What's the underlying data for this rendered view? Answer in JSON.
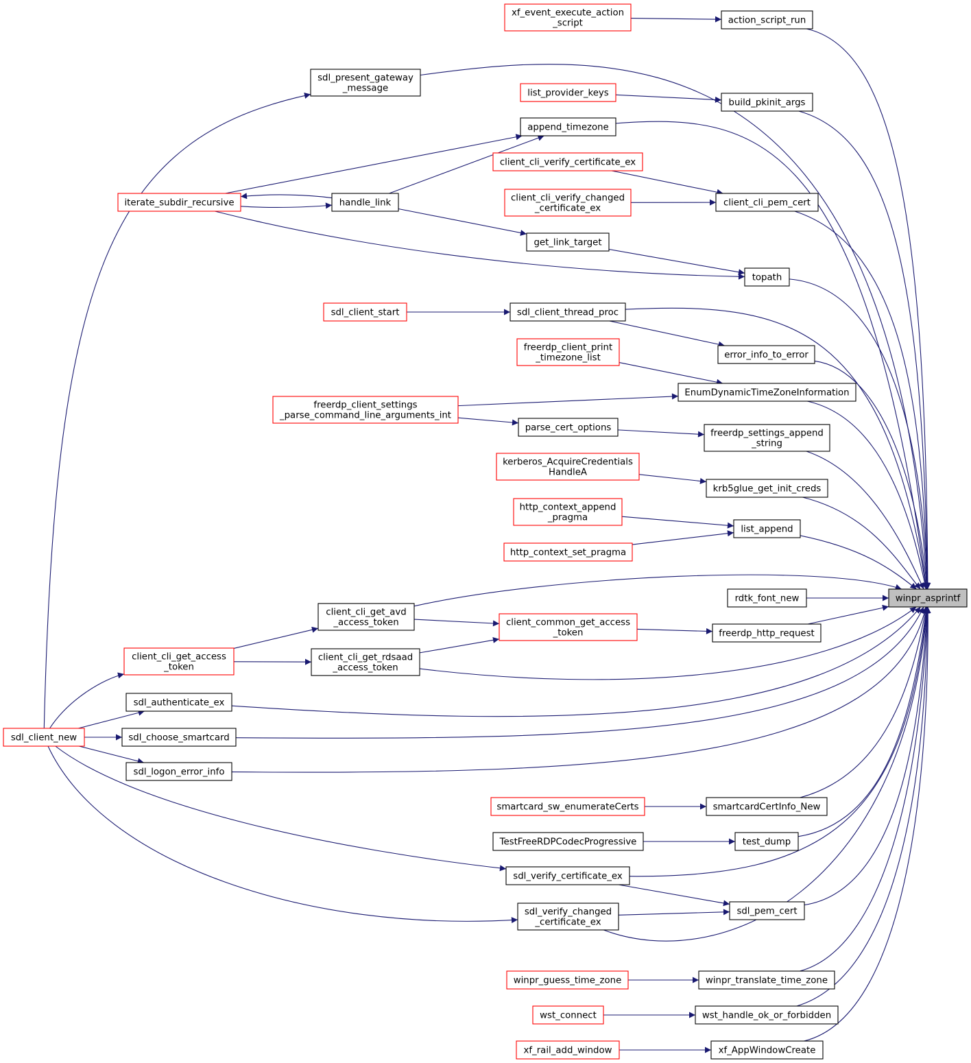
{
  "colors": {
    "edge": "#191970",
    "node_border_default": "#000000",
    "node_border_red": "#ff0000",
    "node_fill": "#ffffff",
    "target_fill": "#bfbfbf"
  },
  "nodes": {
    "winpr_asprintf": {
      "lines": [
        "winpr_asprintf"
      ],
      "style": "target"
    },
    "action_script_run": {
      "lines": [
        "action_script_run"
      ],
      "style": "black"
    },
    "xf_event_execute_action_script": {
      "lines": [
        "xf_event_execute_action",
        "_script"
      ],
      "style": "red"
    },
    "sdl_present_gateway_message": {
      "lines": [
        "sdl_present_gateway",
        "_message"
      ],
      "style": "black"
    },
    "list_provider_keys": {
      "lines": [
        "list_provider_keys"
      ],
      "style": "red"
    },
    "build_pkinit_args": {
      "lines": [
        "build_pkinit_args"
      ],
      "style": "black"
    },
    "append_timezone": {
      "lines": [
        "append_timezone"
      ],
      "style": "black"
    },
    "client_cli_verify_certificate_ex": {
      "lines": [
        "client_cli_verify_certificate_ex"
      ],
      "style": "red"
    },
    "iterate_subdir_recursive": {
      "lines": [
        "iterate_subdir_recursive"
      ],
      "style": "red"
    },
    "handle_link": {
      "lines": [
        "handle_link"
      ],
      "style": "black"
    },
    "client_cli_verify_changed_certificate_ex": {
      "lines": [
        "client_cli_verify_changed",
        "_certificate_ex"
      ],
      "style": "red"
    },
    "client_cli_pem_cert": {
      "lines": [
        "client_cli_pem_cert"
      ],
      "style": "black"
    },
    "get_link_target": {
      "lines": [
        "get_link_target"
      ],
      "style": "black"
    },
    "topath": {
      "lines": [
        "topath"
      ],
      "style": "black"
    },
    "sdl_client_start": {
      "lines": [
        "sdl_client_start"
      ],
      "style": "red"
    },
    "sdl_client_thread_proc": {
      "lines": [
        "sdl_client_thread_proc"
      ],
      "style": "black"
    },
    "freerdp_client_print_timezone_list": {
      "lines": [
        "freerdp_client_print",
        "_timezone_list"
      ],
      "style": "red"
    },
    "error_info_to_error": {
      "lines": [
        "error_info_to_error"
      ],
      "style": "black"
    },
    "freerdp_client_settings_parse_command_line_arguments_int": {
      "lines": [
        "freerdp_client_settings",
        "_parse_command_line_arguments_int"
      ],
      "style": "red"
    },
    "EnumDynamicTimeZoneInformation": {
      "lines": [
        "EnumDynamicTimeZoneInformation"
      ],
      "style": "black"
    },
    "parse_cert_options": {
      "lines": [
        "parse_cert_options"
      ],
      "style": "black"
    },
    "freerdp_settings_append_string": {
      "lines": [
        "freerdp_settings_append",
        "_string"
      ],
      "style": "black"
    },
    "kerberos_AcquireCredentialsHandleA": {
      "lines": [
        "kerberos_AcquireCredentials",
        "HandleA"
      ],
      "style": "red"
    },
    "krb5glue_get_init_creds": {
      "lines": [
        "krb5glue_get_init_creds"
      ],
      "style": "black"
    },
    "http_context_append_pragma": {
      "lines": [
        "http_context_append",
        "_pragma"
      ],
      "style": "red"
    },
    "list_append": {
      "lines": [
        "list_append"
      ],
      "style": "black"
    },
    "http_context_set_pragma": {
      "lines": [
        "http_context_set_pragma"
      ],
      "style": "red"
    },
    "rdtk_font_new": {
      "lines": [
        "rdtk_font_new"
      ],
      "style": "black"
    },
    "client_cli_get_avd_access_token": {
      "lines": [
        "client_cli_get_avd",
        "_access_token"
      ],
      "style": "black"
    },
    "client_common_get_access_token": {
      "lines": [
        "client_common_get_access",
        "_token"
      ],
      "style": "red"
    },
    "freerdp_http_request": {
      "lines": [
        "freerdp_http_request"
      ],
      "style": "black"
    },
    "client_cli_get_access_token": {
      "lines": [
        "client_cli_get_access",
        "_token"
      ],
      "style": "red"
    },
    "client_cli_get_rdsaad_access_token": {
      "lines": [
        "client_cli_get_rdsaad",
        "_access_token"
      ],
      "style": "black"
    },
    "sdl_authenticate_ex": {
      "lines": [
        "sdl_authenticate_ex"
      ],
      "style": "black"
    },
    "sdl_client_new": {
      "lines": [
        "sdl_client_new"
      ],
      "style": "red"
    },
    "sdl_choose_smartcard": {
      "lines": [
        "sdl_choose_smartcard"
      ],
      "style": "black"
    },
    "sdl_logon_error_info": {
      "lines": [
        "sdl_logon_error_info"
      ],
      "style": "black"
    },
    "smartcard_sw_enumerateCerts": {
      "lines": [
        "smartcard_sw_enumerateCerts"
      ],
      "style": "red"
    },
    "smartcardCertInfo_New": {
      "lines": [
        "smartcardCertInfo_New"
      ],
      "style": "black"
    },
    "TestFreeRDPCodecProgressive": {
      "lines": [
        "TestFreeRDPCodecProgressive"
      ],
      "style": "black"
    },
    "test_dump": {
      "lines": [
        "test_dump"
      ],
      "style": "black"
    },
    "sdl_verify_certificate_ex": {
      "lines": [
        "sdl_verify_certificate_ex"
      ],
      "style": "black"
    },
    "sdl_pem_cert": {
      "lines": [
        "sdl_pem_cert"
      ],
      "style": "black"
    },
    "sdl_verify_changed_certificate_ex": {
      "lines": [
        "sdl_verify_changed",
        "_certificate_ex"
      ],
      "style": "black"
    },
    "winpr_guess_time_zone": {
      "lines": [
        "winpr_guess_time_zone"
      ],
      "style": "red"
    },
    "winpr_translate_time_zone": {
      "lines": [
        "winpr_translate_time_zone"
      ],
      "style": "black"
    },
    "wst_connect": {
      "lines": [
        "wst_connect"
      ],
      "style": "red"
    },
    "wst_handle_ok_or_forbidden": {
      "lines": [
        "wst_handle_ok_or_forbidden"
      ],
      "style": "black"
    },
    "xf_rail_add_window": {
      "lines": [
        "xf_rail_add_window"
      ],
      "style": "red"
    },
    "xf_AppWindowCreate": {
      "lines": [
        "xf_AppWindowCreate"
      ],
      "style": "black"
    }
  },
  "edges": [
    [
      "action_script_run",
      "winpr_asprintf"
    ],
    [
      "xf_event_execute_action_script",
      "action_script_run"
    ],
    [
      "sdl_present_gateway_message",
      "winpr_asprintf"
    ],
    [
      "sdl_client_new",
      "sdl_present_gateway_message"
    ],
    [
      "build_pkinit_args",
      "winpr_asprintf"
    ],
    [
      "list_provider_keys",
      "build_pkinit_args"
    ],
    [
      "append_timezone",
      "winpr_asprintf"
    ],
    [
      "iterate_subdir_recursive",
      "append_timezone"
    ],
    [
      "handle_link",
      "append_timezone"
    ],
    [
      "handle_link",
      "iterate_subdir_recursive"
    ],
    [
      "iterate_subdir_recursive",
      "handle_link"
    ],
    [
      "client_cli_pem_cert",
      "winpr_asprintf"
    ],
    [
      "client_cli_verify_certificate_ex",
      "client_cli_pem_cert"
    ],
    [
      "client_cli_verify_changed_certificate_ex",
      "client_cli_pem_cert"
    ],
    [
      "handle_link",
      "get_link_target"
    ],
    [
      "topath",
      "winpr_asprintf"
    ],
    [
      "get_link_target",
      "topath"
    ],
    [
      "iterate_subdir_recursive",
      "topath"
    ],
    [
      "sdl_client_thread_proc",
      "winpr_asprintf"
    ],
    [
      "sdl_client_start",
      "sdl_client_thread_proc"
    ],
    [
      "error_info_to_error",
      "winpr_asprintf"
    ],
    [
      "sdl_client_thread_proc",
      "error_info_to_error"
    ],
    [
      "EnumDynamicTimeZoneInformation",
      "winpr_asprintf"
    ],
    [
      "freerdp_client_print_timezone_list",
      "EnumDynamicTimeZoneInformation"
    ],
    [
      "freerdp_client_settings_parse_command_line_arguments_int",
      "EnumDynamicTimeZoneInformation"
    ],
    [
      "freerdp_client_settings_parse_command_line_arguments_int",
      "parse_cert_options"
    ],
    [
      "freerdp_settings_append_string",
      "winpr_asprintf"
    ],
    [
      "parse_cert_options",
      "freerdp_settings_append_string"
    ],
    [
      "krb5glue_get_init_creds",
      "winpr_asprintf"
    ],
    [
      "kerberos_AcquireCredentialsHandleA",
      "krb5glue_get_init_creds"
    ],
    [
      "list_append",
      "winpr_asprintf"
    ],
    [
      "http_context_append_pragma",
      "list_append"
    ],
    [
      "http_context_set_pragma",
      "list_append"
    ],
    [
      "client_cli_get_avd_access_token",
      "winpr_asprintf"
    ],
    [
      "rdtk_font_new",
      "winpr_asprintf"
    ],
    [
      "freerdp_http_request",
      "winpr_asprintf"
    ],
    [
      "client_common_get_access_token",
      "freerdp_http_request"
    ],
    [
      "client_cli_get_avd_access_token",
      "client_common_get_access_token"
    ],
    [
      "client_cli_get_rdsaad_access_token",
      "client_common_get_access_token"
    ],
    [
      "client_cli_get_access_token",
      "client_cli_get_avd_access_token"
    ],
    [
      "client_cli_get_access_token",
      "client_cli_get_rdsaad_access_token"
    ],
    [
      "client_cli_get_rdsaad_access_token",
      "winpr_asprintf"
    ],
    [
      "sdl_client_new",
      "client_cli_get_access_token"
    ],
    [
      "sdl_authenticate_ex",
      "winpr_asprintf"
    ],
    [
      "sdl_client_new",
      "sdl_authenticate_ex"
    ],
    [
      "sdl_choose_smartcard",
      "winpr_asprintf"
    ],
    [
      "sdl_client_new",
      "sdl_choose_smartcard"
    ],
    [
      "sdl_logon_error_info",
      "winpr_asprintf"
    ],
    [
      "sdl_client_new",
      "sdl_logon_error_info"
    ],
    [
      "smartcardCertInfo_New",
      "winpr_asprintf"
    ],
    [
      "smartcard_sw_enumerateCerts",
      "smartcardCertInfo_New"
    ],
    [
      "test_dump",
      "winpr_asprintf"
    ],
    [
      "TestFreeRDPCodecProgressive",
      "test_dump"
    ],
    [
      "sdl_verify_certificate_ex",
      "winpr_asprintf"
    ],
    [
      "sdl_client_new",
      "sdl_verify_certificate_ex"
    ],
    [
      "sdl_pem_cert",
      "winpr_asprintf"
    ],
    [
      "sdl_verify_certificate_ex",
      "sdl_pem_cert"
    ],
    [
      "sdl_verify_changed_certificate_ex",
      "sdl_pem_cert"
    ],
    [
      "sdl_verify_changed_certificate_ex",
      "winpr_asprintf"
    ],
    [
      "sdl_client_new",
      "sdl_verify_changed_certificate_ex"
    ],
    [
      "winpr_translate_time_zone",
      "winpr_asprintf"
    ],
    [
      "winpr_guess_time_zone",
      "winpr_translate_time_zone"
    ],
    [
      "wst_handle_ok_or_forbidden",
      "winpr_asprintf"
    ],
    [
      "wst_connect",
      "wst_handle_ok_or_forbidden"
    ],
    [
      "xf_AppWindowCreate",
      "winpr_asprintf"
    ],
    [
      "xf_rail_add_window",
      "xf_AppWindowCreate"
    ]
  ]
}
